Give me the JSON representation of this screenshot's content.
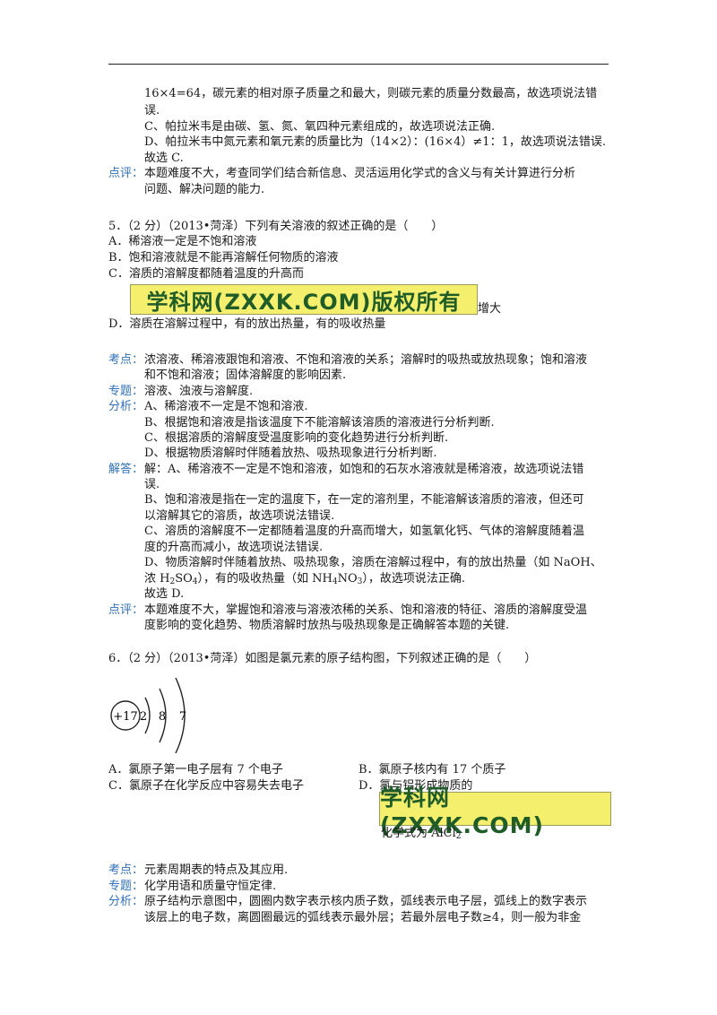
{
  "q4_tail": {
    "line1": "16×4=64，碳元素的相对原子质量之和最大，则碳元素的质量分数最高，故选项说法错",
    "line2": "误.",
    "line3": "C、帕拉米韦是由碳、氢、氮、氧四种元素组成的，故选项说法正确.",
    "line4": "D、帕拉米韦中氮元素和氧元素的质量比为（14×2）：(16×4）≠1：1，故选项说法错误.",
    "line5": "故选 C.",
    "comment_label": "点评：",
    "comment1": "本题难度不大，考查同学们结合新信息、灵活运用化学式的含义与有关计算进行分析",
    "comment2": "问题、解决问题的能力."
  },
  "q5": {
    "stem": "5．（2 分）（2013•菏泽）下列有关溶液的叙述正确的是（　　）",
    "optA": "A．稀溶液一定是不饱和溶液",
    "optB": "B．饱和溶液就是不能再溶解任何物质的溶液",
    "optC": "C．溶质的溶解度都随着温度的升高而",
    "watermark": "学科网(ZXXK.COM)版权所有",
    "optC_end": "增大",
    "optD": "D．溶质在溶解过程中，有的放出热量，有的吸收热量",
    "kaodian_label": "考点：",
    "kaodian1": "浓溶液、稀溶液跟饱和溶液、不饱和溶液的关系；溶解时的吸热或放热现象；饱和溶液",
    "kaodian2": "和不饱和溶液；固体溶解度的影响因素.",
    "zhuanti_label": "专题：",
    "zhuanti": "溶液、浊液与溶解度.",
    "fenxi_label": "分析：",
    "fenxi1": "A、稀溶液不一定是不饱和溶液.",
    "fenxi2": "B、根据饱和溶液是指该温度下不能溶解该溶质的溶液进行分析判断.",
    "fenxi3": "C、根据溶质的溶解度受温度影响的变化趋势进行分析判断.",
    "fenxi4": "D、根据物质溶解时伴随着放热、吸热现象进行分析判断.",
    "jieda_label": "解答：",
    "jieda1": "解：A、稀溶液不一定是不饱和溶液，如饱和的石灰水溶液就是稀溶液，故选项说法错",
    "jieda2": "误.",
    "jieda3": "B、饱和溶液是指在一定的温度下，在一定的溶剂里，不能溶解该溶质的溶液，但还可",
    "jieda4": "以溶解其它的溶质，故选项说法错误.",
    "jieda5": "C、溶质的溶解度不一定都随着温度的升高而增大，如氢氧化钙、气体的溶解度随着温",
    "jieda6": "度的升高而减小，故选项说法错误.",
    "jieda7": "D、物质溶解时伴随着放热、吸热现象，溶质在溶解过程中，有的放出热量（如 NaOH、",
    "jieda8_a": "浓 H",
    "jieda8_sub1": "2",
    "jieda8_b": "SO",
    "jieda8_sub2": "4",
    "jieda8_c": "），有的吸收热量（如 NH",
    "jieda8_sub3": "4",
    "jieda8_d": "NO",
    "jieda8_sub4": "3",
    "jieda8_e": "），故选项说法正确.",
    "jieda9": "故选 D.",
    "comment_label": "点评：",
    "comment1": "本题难度不大，掌握饱和溶液与溶液浓稀的关系、饱和溶液的特征、溶质的溶解度受温",
    "comment2": "度影响的变化趋势、物质溶解时放热与吸热现象是正确解答本题的关键."
  },
  "q6": {
    "stem": "6．（2 分）（2013•菏泽）如图是氯元素的原子结构图，下列叙述正确的是（　　）",
    "diagram": {
      "nucleus": "+17",
      "e1": "2",
      "e2": "8",
      "e3": "7"
    },
    "optA": "A．氯原子第一电子层有 7 个电子",
    "optB": "B．氯原子核内有 17 个质子",
    "optC": "C．氯原子在化学反应中容易失去电子",
    "optD": "D．氯与铝形成物质的",
    "watermark": "学科网(ZXXK.COM)",
    "optD_end_a": "化学式为 AlCl",
    "optD_end_sub": "2",
    "kaodian_label": "考点：",
    "kaodian": "元素周期表的特点及其应用.",
    "zhuanti_label": "专题：",
    "zhuanti": "化学用语和质量守恒定律.",
    "fenxi_label": "分析：",
    "fenxi1": "原子结构示意图中，圆圈内数字表示核内质子数，弧线表示电子层，弧线上的数字表示",
    "fenxi2": "该层上的电子数，离圆圈最远的弧线表示最外层；若最外层电子数≥4，则一般为非金"
  }
}
